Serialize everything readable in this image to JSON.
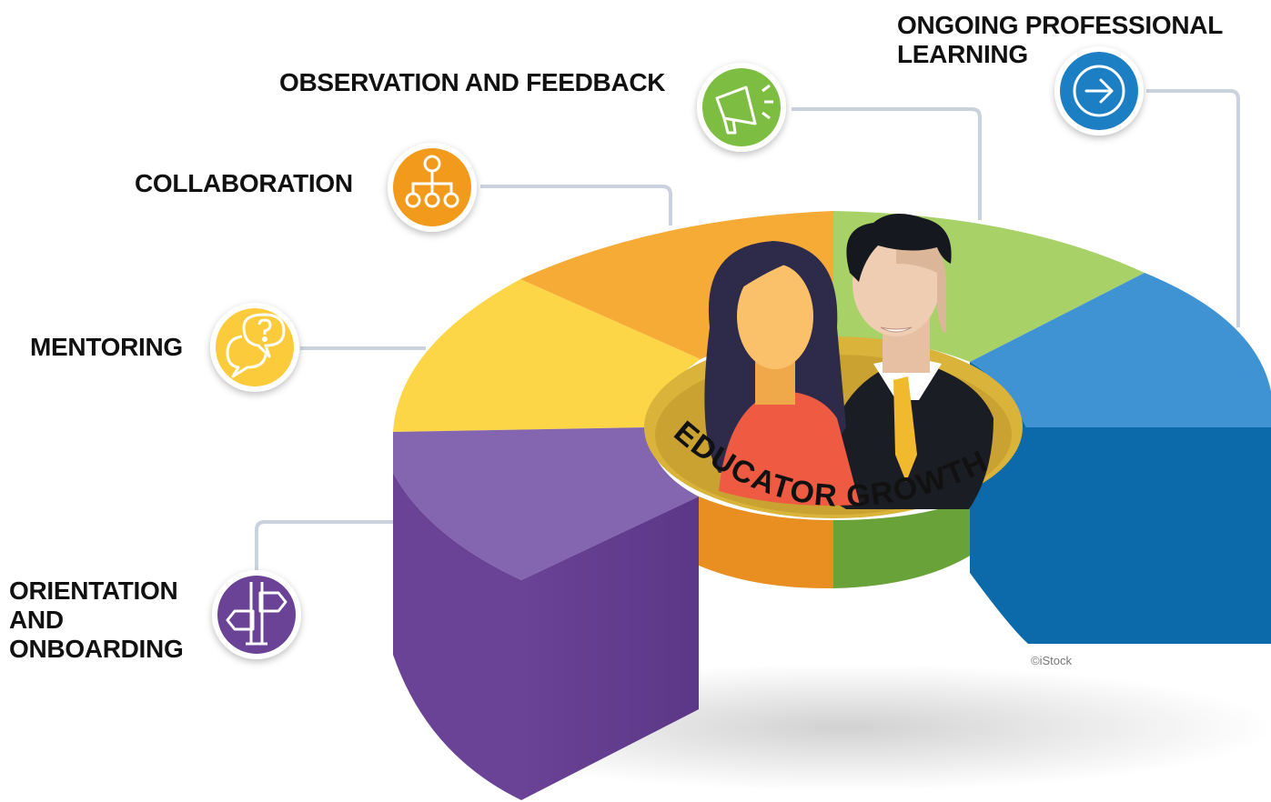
{
  "center_label": "EDUCATOR GROWTH",
  "stages": [
    {
      "name": "Orientation and Onboarding",
      "label_lines": [
        "ORIENTATION",
        "AND",
        "ONBOARDING"
      ],
      "color": "#6a4296",
      "icon": "signpost-icon"
    },
    {
      "name": "Mentoring",
      "label_lines": [
        "MENTORING"
      ],
      "color": "#fbcb3a",
      "icon": "speech-bubbles-question-icon"
    },
    {
      "name": "Collaboration",
      "label_lines": [
        "COLLABORATION"
      ],
      "color": "#f29a1e",
      "icon": "network-nodes-icon"
    },
    {
      "name": "Observation and Feedback",
      "label_lines": [
        "OBSERVATION AND FEEDBACK"
      ],
      "color": "#7dbd42",
      "icon": "megaphone-icon"
    },
    {
      "name": "Ongoing Professional Learning",
      "label_lines": [
        "ONGOING PROFESSIONAL",
        "LEARNING"
      ],
      "color": "#1f7fc4",
      "icon": "arrow-right-circle-icon"
    }
  ],
  "credit": "©iStock"
}
